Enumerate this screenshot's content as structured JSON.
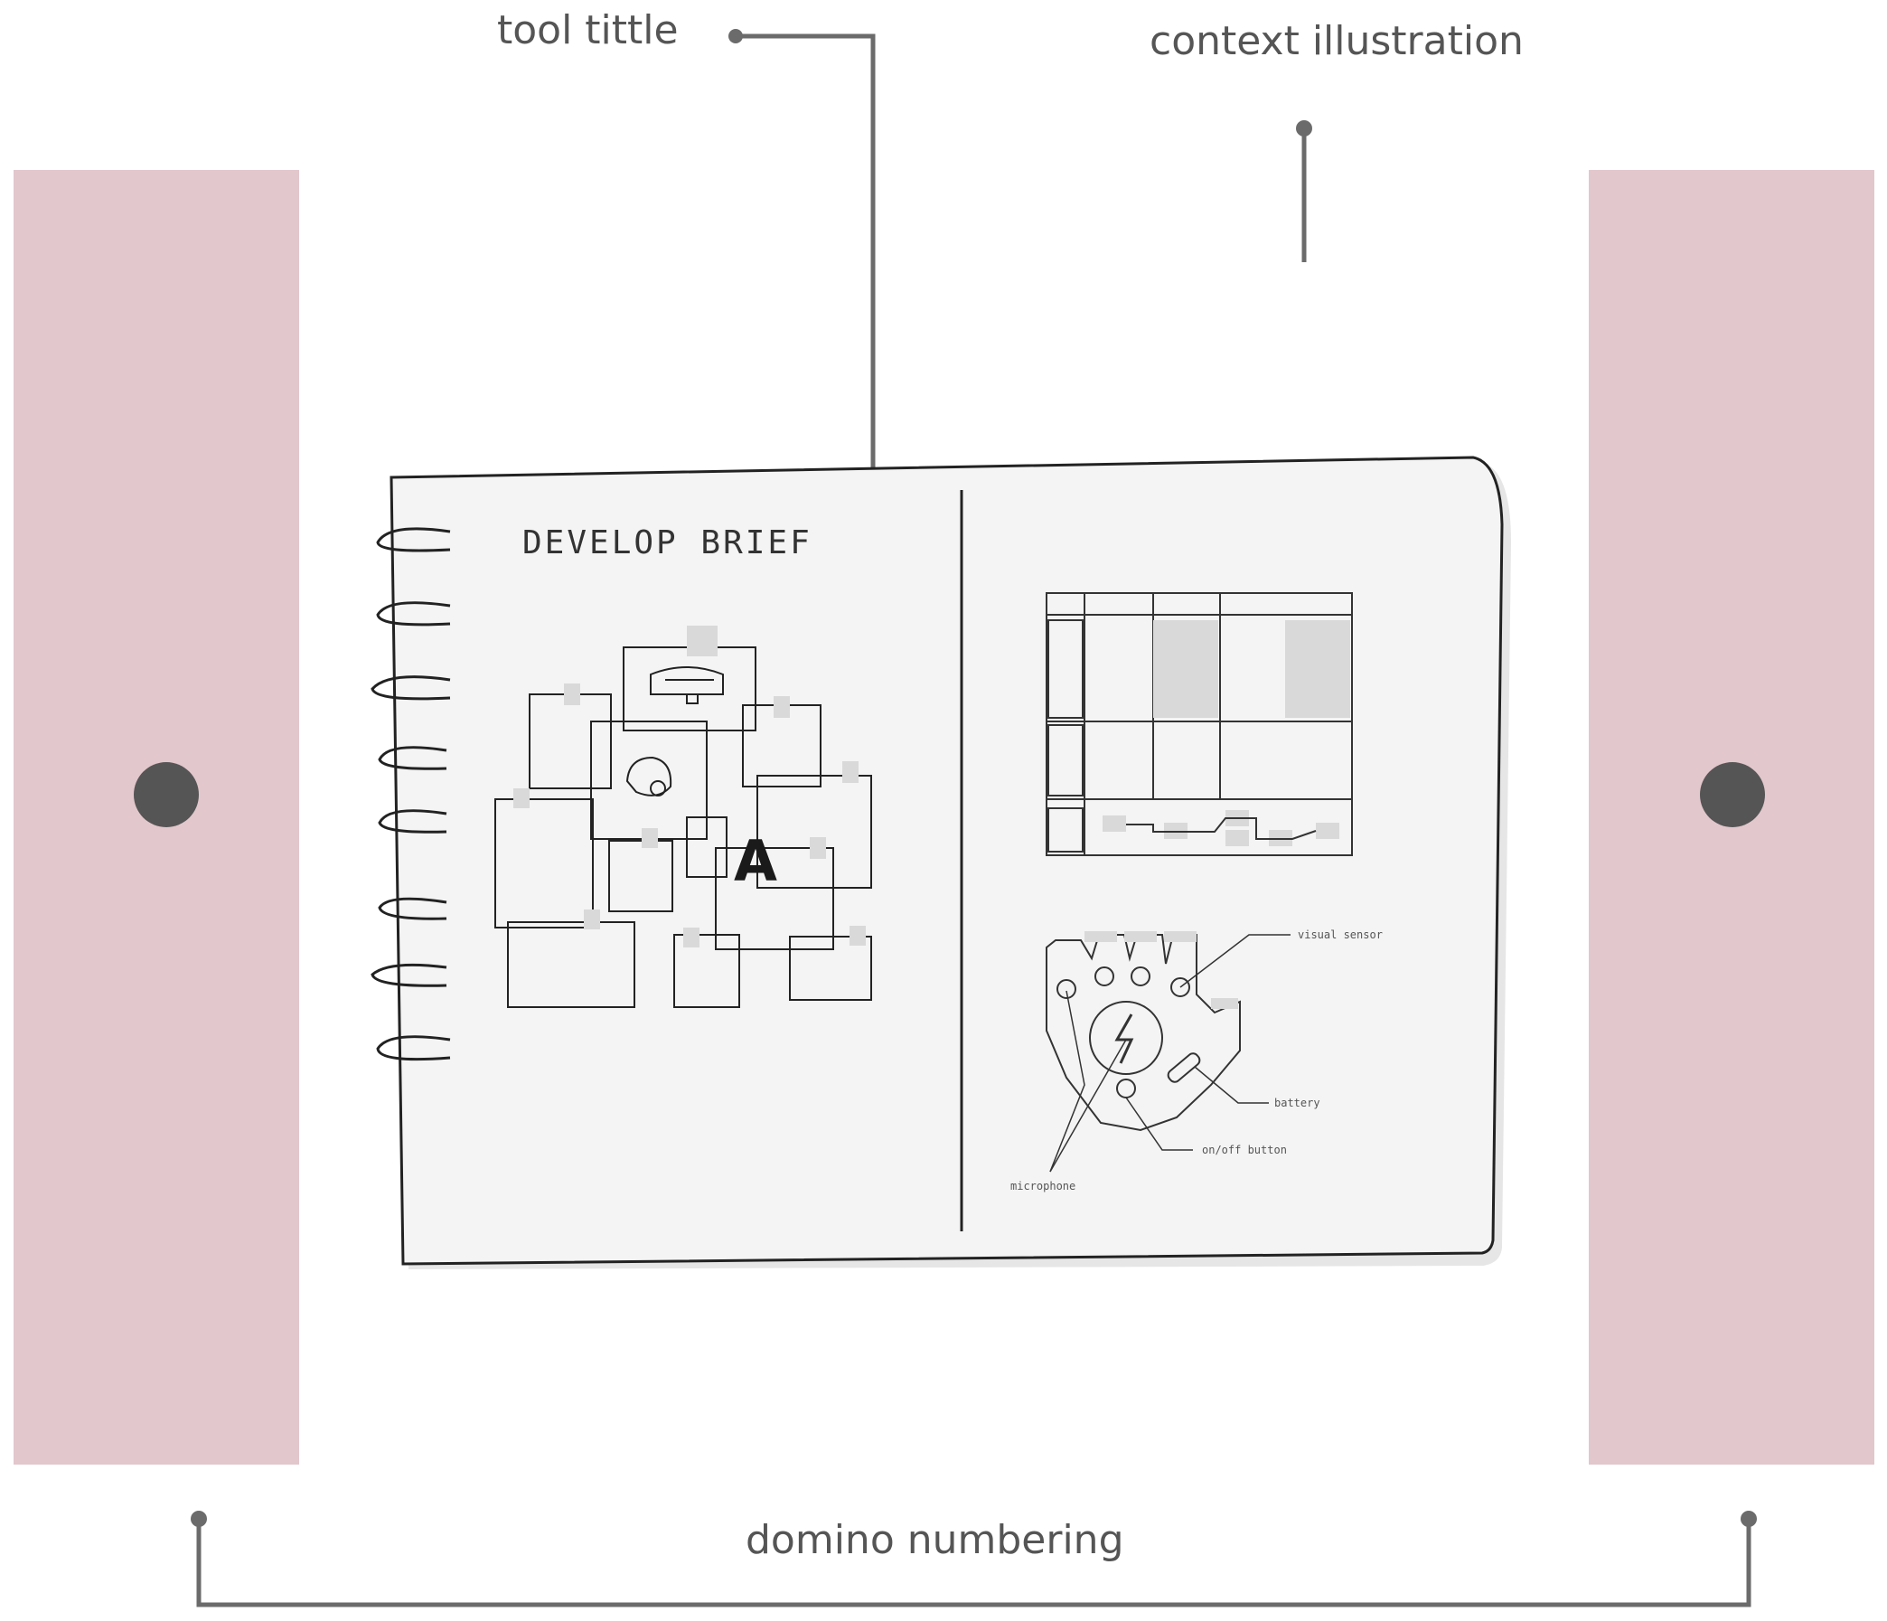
{
  "labels": {
    "tool_title": "tool tittle",
    "context_illustration": "context illustration",
    "domino_numbering": "domino numbering"
  },
  "notebook": {
    "heading": "DEVELOP BRIEF",
    "big_letter": "A",
    "glove_labels": [
      "visual sensor",
      "battery",
      "on/off button",
      "microphone"
    ]
  },
  "colors": {
    "domino": "#e2c7cc",
    "dot": "#555555",
    "leader": "#6b6b6b",
    "page": "#f4f4f4",
    "ink": "#222222",
    "placeholder": "#d9d9d9"
  },
  "icons": [
    "spiral-binding-icon",
    "helmet-icon",
    "printer-icon",
    "glove-icon",
    "lightning-icon"
  ]
}
